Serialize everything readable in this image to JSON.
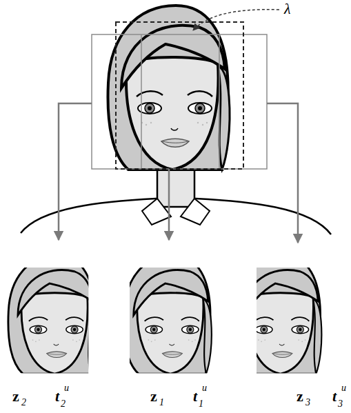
{
  "diagram": {
    "labels": [
      "λ",
      "z",
      "2",
      "t",
      "2",
      "u",
      "z",
      "1",
      "t",
      "1",
      "u",
      "z",
      "3",
      "t",
      "3",
      "u"
    ]
  }
}
